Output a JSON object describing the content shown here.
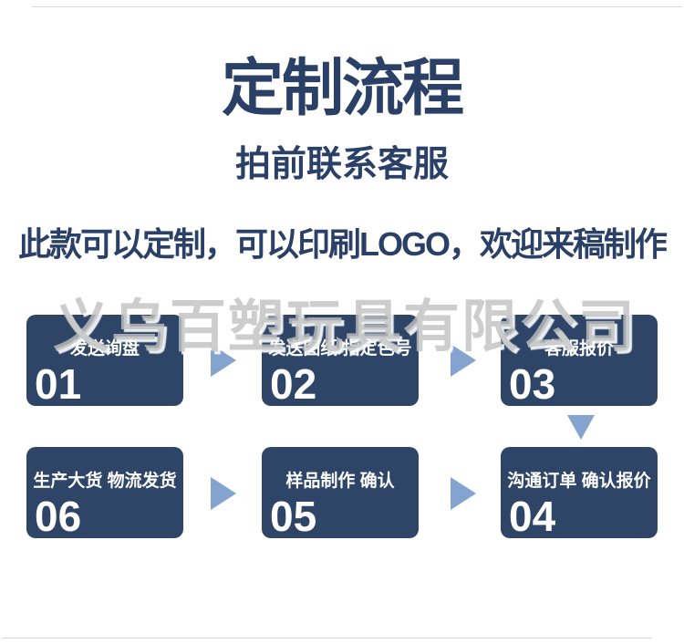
{
  "page": {
    "title": "定制流程",
    "subtitle": "拍前联系客服",
    "tagline": "此款可以定制，可以印刷LOGO，欢迎来稿制作",
    "watermark": "义乌百塑玩具有限公司"
  },
  "colors": {
    "text_navy": "#2b4067",
    "box_navy": "#2e4568",
    "arrow_blue": "#84a3cf"
  },
  "flow": {
    "steps": [
      {
        "number": "01",
        "label": "发送询盘"
      },
      {
        "number": "02",
        "label": "发送图纸/指定色号"
      },
      {
        "number": "03",
        "label": "客服报价"
      },
      {
        "number": "04",
        "label": "沟通订单 确认报价"
      },
      {
        "number": "05",
        "label": "样品制作 确认"
      },
      {
        "number": "06",
        "label": "生产大货 物流发货"
      }
    ],
    "arrows": [
      {
        "name": "step1-to-step2",
        "direction": "right"
      },
      {
        "name": "step2-to-step3",
        "direction": "right"
      },
      {
        "name": "step3-to-step4",
        "direction": "down"
      },
      {
        "name": "row2-left",
        "direction": "right"
      },
      {
        "name": "row2-right",
        "direction": "right"
      }
    ]
  }
}
